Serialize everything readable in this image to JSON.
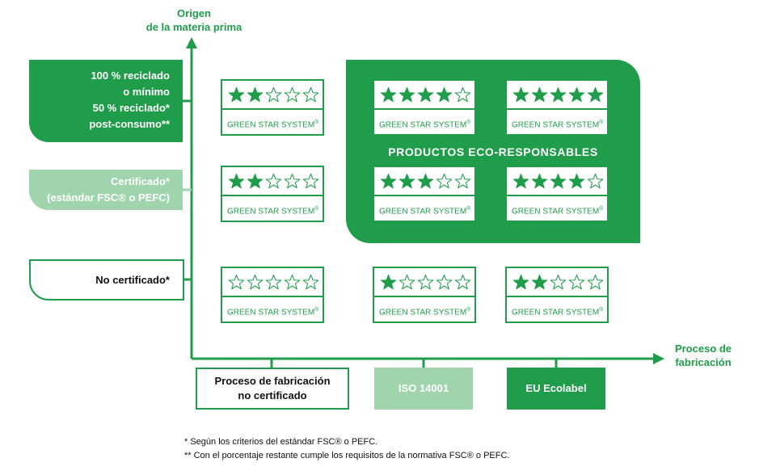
{
  "y_axis": {
    "line1": "Origen",
    "line2": "de la materia prima"
  },
  "x_axis": {
    "line1": "Proceso de",
    "line2": "fabricación"
  },
  "rows": [
    {
      "lines": [
        "100 % reciclado",
        "o mínimo",
        "50 % reciclado*",
        "post-consumo**"
      ]
    },
    {
      "lines": [
        "Certificado*",
        "(estándar FSC® o PEFC)"
      ]
    },
    {
      "lines": [
        "No certificado*"
      ]
    }
  ],
  "columns": [
    {
      "lines": [
        "Proceso de fabricación",
        "no certificado"
      ]
    },
    {
      "lines": [
        "ISO 14001"
      ]
    },
    {
      "lines": [
        "EU Ecolabel"
      ]
    }
  ],
  "eco_title": "PRODUCTOS ECO-RESPONSABLES",
  "badge_label": "GREEN STAR SYSTEM",
  "badge_reg": "®",
  "badges": [
    {
      "row": 0,
      "col": 0,
      "stars": 2
    },
    {
      "row": 0,
      "col": 1,
      "stars": 4
    },
    {
      "row": 0,
      "col": 2,
      "stars": 5
    },
    {
      "row": 1,
      "col": 0,
      "stars": 2
    },
    {
      "row": 1,
      "col": 1,
      "stars": 3
    },
    {
      "row": 1,
      "col": 2,
      "stars": 4
    },
    {
      "row": 2,
      "col": 0,
      "stars": 0
    },
    {
      "row": 2,
      "col": 1,
      "stars": 1
    },
    {
      "row": 2,
      "col": 2,
      "stars": 2
    }
  ],
  "max_stars": 5,
  "footnotes": [
    "* Según los criterios del estándar FSC® o PEFC.",
    "** Con el porcentaje restante cumple los requisitos de la normativa FSC® o PEFC."
  ],
  "colors": {
    "green": "#1f9d4a",
    "light_green": "#9fd4ad"
  }
}
